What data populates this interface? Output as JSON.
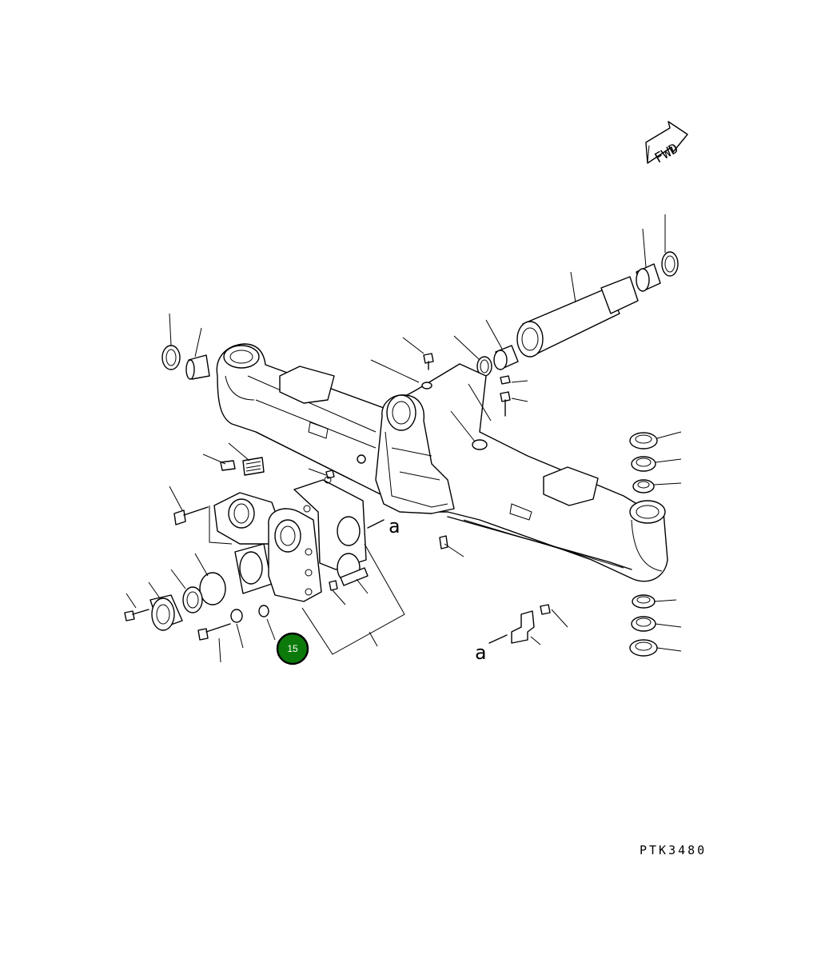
{
  "drawing": {
    "code": "PTK3480",
    "fwd_label": "FWD",
    "view_marker": "a"
  },
  "callout": {
    "number": "15",
    "color": "#0b7a0b"
  }
}
